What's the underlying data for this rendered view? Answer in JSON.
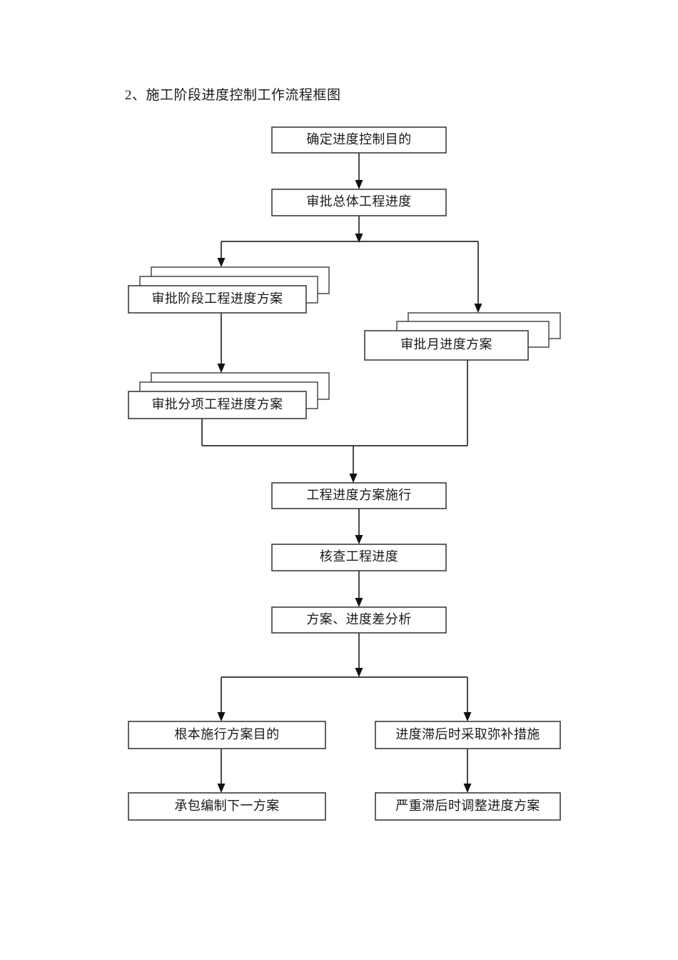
{
  "document": {
    "title": "2、施工阶段进度控制工作流程框图",
    "page_background": "#ffffff",
    "line_color": "#2b2b2b",
    "box_border_color": "#3b3b3b",
    "box_fill_color": "#ffffff",
    "text_color": "#1a1a1a"
  },
  "chart_data": {
    "type": "diagram",
    "title": "2、施工阶段进度控制工作流程框图",
    "diagram_kind": "flowchart",
    "orientation": "top-to-bottom",
    "nodes": [
      {
        "id": "n1",
        "label": "确定进度控制目的",
        "shape": "rect",
        "stacked": false
      },
      {
        "id": "n2",
        "label": "审批总体工程进度",
        "shape": "rect",
        "stacked": false
      },
      {
        "id": "n3",
        "label": "审批阶段工程进度方案",
        "shape": "rect",
        "stacked": true,
        "stack_layers": 3
      },
      {
        "id": "n4",
        "label": "审批月进度方案",
        "shape": "rect",
        "stacked": true,
        "stack_layers": 3
      },
      {
        "id": "n5",
        "label": "审批分项工程进度方案",
        "shape": "rect",
        "stacked": true,
        "stack_layers": 3
      },
      {
        "id": "n6",
        "label": "工程进度方案施行",
        "shape": "rect",
        "stacked": false
      },
      {
        "id": "n7",
        "label": "核查工程进度",
        "shape": "rect",
        "stacked": false
      },
      {
        "id": "n8",
        "label": "方案、进度差分析",
        "shape": "rect",
        "stacked": false
      },
      {
        "id": "n9",
        "label": "根本施行方案目的",
        "shape": "rect",
        "stacked": false
      },
      {
        "id": "n10",
        "label": "进度滞后时采取弥补措施",
        "shape": "rect",
        "stacked": false
      },
      {
        "id": "n11",
        "label": "承包编制下一方案",
        "shape": "rect",
        "stacked": false
      },
      {
        "id": "n12",
        "label": "严重滞后时调整进度方案",
        "shape": "rect",
        "stacked": false
      }
    ],
    "edges": [
      {
        "from": "n1",
        "to": "n2",
        "style": "straight",
        "arrow": true
      },
      {
        "from": "n2",
        "to": "n3",
        "style": "split-left",
        "arrow": true
      },
      {
        "from": "n2",
        "to": "n4",
        "style": "split-right",
        "arrow": true
      },
      {
        "from": "n3",
        "to": "n5",
        "style": "straight",
        "arrow": true
      },
      {
        "from": "n5",
        "to": "n6",
        "style": "merge-left",
        "arrow": true
      },
      {
        "from": "n4",
        "to": "n6",
        "style": "merge-right",
        "arrow": true
      },
      {
        "from": "n6",
        "to": "n7",
        "style": "straight",
        "arrow": true
      },
      {
        "from": "n7",
        "to": "n8",
        "style": "straight",
        "arrow": true
      },
      {
        "from": "n8",
        "to": "n9",
        "style": "split-left",
        "arrow": true
      },
      {
        "from": "n8",
        "to": "n10",
        "style": "split-right",
        "arrow": true
      },
      {
        "from": "n9",
        "to": "n11",
        "style": "straight",
        "arrow": true
      },
      {
        "from": "n10",
        "to": "n12",
        "style": "straight",
        "arrow": true
      }
    ]
  }
}
